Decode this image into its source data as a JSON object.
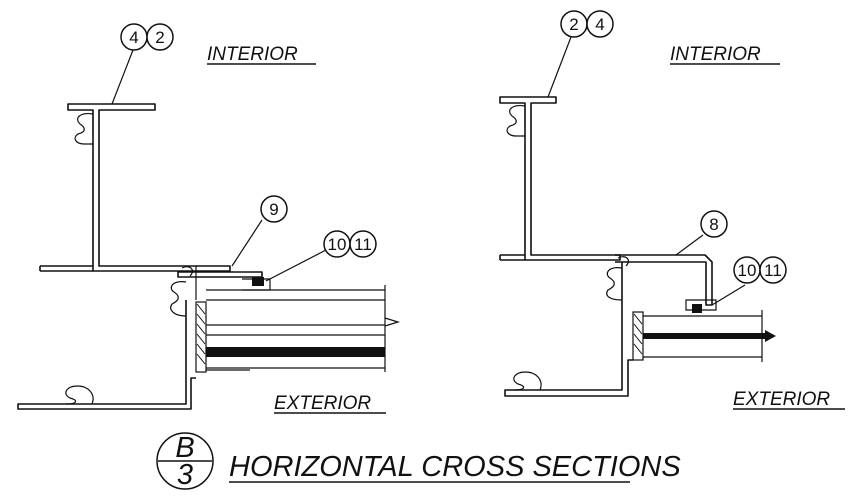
{
  "left_section": {
    "interior_label": "INTERIOR",
    "exterior_label": "EXTERIOR",
    "callout_top": [
      "4",
      "2"
    ],
    "callout_mid": "9",
    "callout_gasket": [
      "10",
      "11"
    ]
  },
  "right_section": {
    "interior_label": "INTERIOR",
    "exterior_label": "EXTERIOR",
    "callout_top": [
      "2",
      "4"
    ],
    "callout_mid": "8",
    "callout_gasket": [
      "10",
      "11"
    ]
  },
  "title_block": {
    "detail": "B",
    "sheet": "3",
    "title": "HORIZONTAL CROSS SECTIONS"
  }
}
